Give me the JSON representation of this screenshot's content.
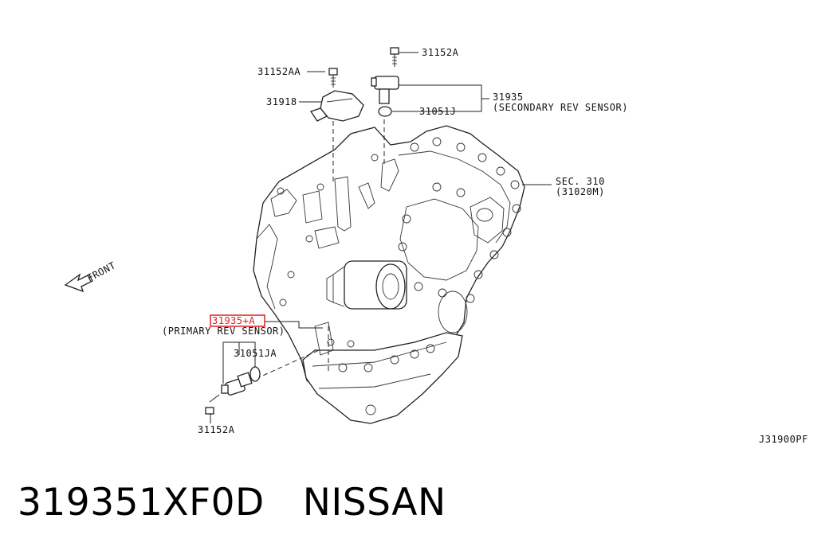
{
  "labels": {
    "bolt_top": "31152A",
    "bolt_aa": "31152AA",
    "cover": "31918",
    "secondary_part": "31935",
    "secondary_desc": "(SECONDARY REV SENSOR)",
    "oring_j": "31051J",
    "sec_ref": "SEC. 310",
    "sec_ref_sub": "(31020M)",
    "front": "FRONT",
    "primary_part": "31935+A",
    "primary_desc": "(PRIMARY REV SENSOR)",
    "oring_ja": "31051JA",
    "bolt_bottom": "31152A",
    "diagram_code": "J31900PF"
  },
  "footer": {
    "part_number": "319351XF0D",
    "brand": "NISSAN"
  },
  "colors": {
    "highlight": "#e02020",
    "ink": "#222222"
  }
}
